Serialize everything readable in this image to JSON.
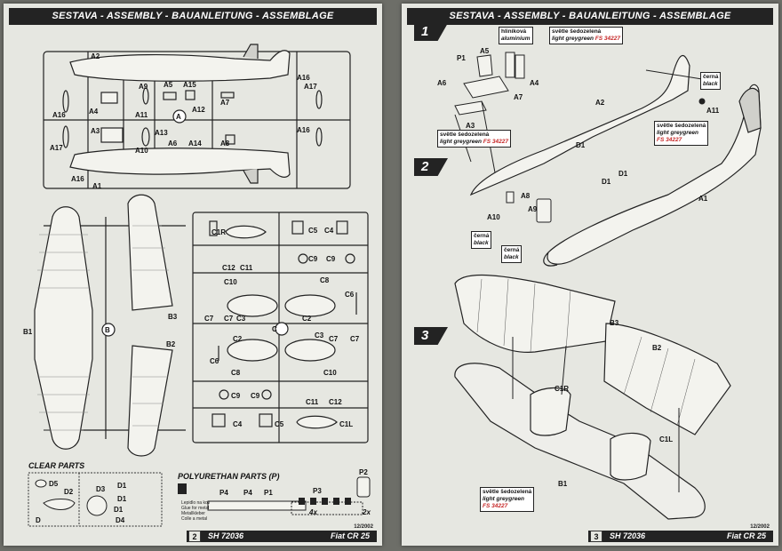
{
  "left_page": {
    "header": "SESTAVA - ASSEMBLY - BAUANLEITUNG - ASSEMBLAGE",
    "sprue_a_labels": [
      "A2",
      "A5",
      "A15",
      "A9",
      "A11",
      "A12",
      "A7",
      "A16",
      "A17",
      "A4",
      "A3",
      "A13",
      "A6",
      "A14",
      "A8",
      "A10",
      "A1"
    ],
    "sprue_a_id": "A",
    "sprue_b_labels": [
      "B1",
      "B3",
      "B2"
    ],
    "sprue_b_id": "B",
    "sprue_c_labels": [
      "C1R",
      "C5",
      "C4",
      "C12",
      "C11",
      "C9",
      "C10",
      "C8",
      "C6",
      "C7",
      "C3",
      "C2",
      "C1L"
    ],
    "sprue_c_id": "C",
    "clear_parts_title": "CLEAR PARTS",
    "clear_parts_labels": [
      "D5",
      "D2",
      "D3",
      "D1",
      "D4",
      "D"
    ],
    "polyurethan_title": "POLYURETHAN PARTS (P)",
    "poly_labels": [
      "P1",
      "P2",
      "P3",
      "P4"
    ],
    "glue_note": [
      "Lepidlo na kov",
      "Glue for metal",
      "Metallkleber",
      "Colle a metal"
    ],
    "qty_4x": "4x",
    "qty_2x": "2x",
    "page_number": "2",
    "kit_code": "SH 72036",
    "model_name": "Fiat CR 25",
    "date": "12/2002"
  },
  "right_page": {
    "header": "SESTAVA - ASSEMBLY - BAUANLEITUNG - ASSEMBLAGE",
    "steps": [
      "1",
      "2",
      "3"
    ],
    "note_aluminium": [
      "hliníková",
      "aluminium"
    ],
    "note_grey": [
      "světle šedozelená",
      "light greygreen"
    ],
    "fs_code": "FS 34227",
    "note_black": [
      "černá",
      "black"
    ],
    "step_part_labels": [
      "P1",
      "A5",
      "A6",
      "A3",
      "A4",
      "A7",
      "A2",
      "A11",
      "D1",
      "A8",
      "A10",
      "A9",
      "A1",
      "B3",
      "B2",
      "C1R",
      "C1L",
      "B1"
    ],
    "page_number": "3",
    "kit_code": "SH 72036",
    "model_name": "Fiat CR 25",
    "date": "12/2002"
  }
}
